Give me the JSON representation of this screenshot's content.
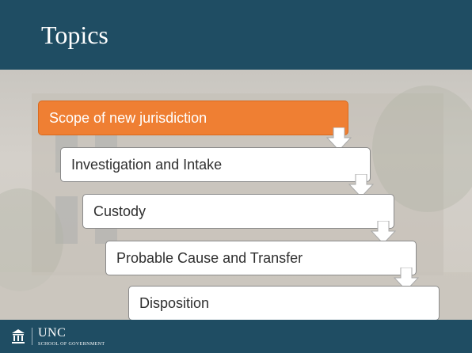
{
  "slide": {
    "title": "Topics"
  },
  "steps": [
    {
      "label": "Scope of new jurisdiction",
      "active": true
    },
    {
      "label": "Investigation and Intake",
      "active": false
    },
    {
      "label": "Custody",
      "active": false
    },
    {
      "label": "Probable Cause and Transfer",
      "active": false
    },
    {
      "label": "Disposition",
      "active": false
    }
  ],
  "footer": {
    "logo_primary": "UNC",
    "logo_secondary": "SCHOOL OF GOVERNMENT",
    "logo_icon": "building-columns-icon"
  },
  "colors": {
    "header": "#1f4d63",
    "active_step": "#ef7f33",
    "step_fill": "#ffffff"
  }
}
